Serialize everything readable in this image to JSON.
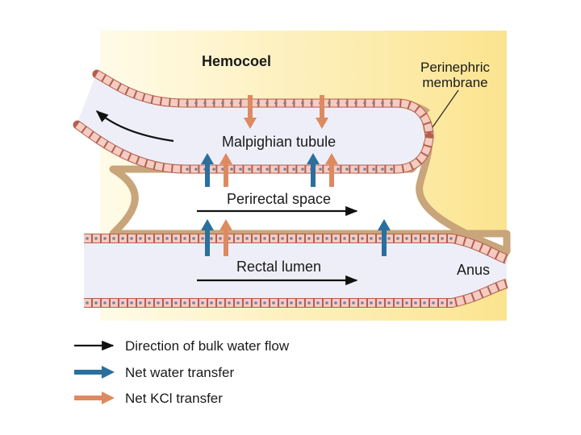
{
  "labels": {
    "hemocoel": "Hemocoel",
    "perinephric_line1": "Perinephric",
    "perinephric_line2": "membrane",
    "malpighian_tubule": "Malpighian tubule",
    "perirectal_space": "Perirectal space",
    "rectal_lumen": "Rectal lumen",
    "anus": "Anus"
  },
  "legend": {
    "bulk_flow": "Direction of bulk water flow",
    "water": "Net water transfer",
    "kcl": "Net KCl transfer"
  },
  "colors": {
    "background_yellow": "#fbe79a",
    "membrane_tan": "#c8a57a",
    "lumen": "#eeeef8",
    "cell_fill": "#f4ccc2",
    "cell_border": "#b45e4e",
    "nucleus": "#7a7f99",
    "water_arrow": "#2a6f9e",
    "kcl_arrow": "#de8a60",
    "flow_arrow": "#111111"
  }
}
